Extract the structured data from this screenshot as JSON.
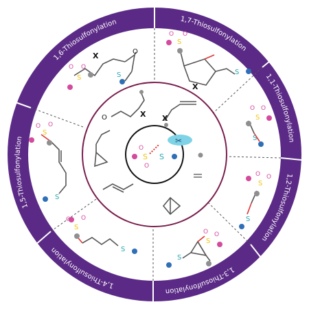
{
  "colors": {
    "ring": "#5b2a86",
    "ring_text": "#ffffff",
    "sulfur_yellow": "#f0c419",
    "sulfur_teal": "#2aa6b1",
    "oxygen": "#d44a9d",
    "carbon_gray": "#8f8f8f",
    "atom_blue": "#2f6fb7",
    "bond_red": "#d33",
    "inner_circle": "#7a1f4d",
    "scissors_bg": "#7fd3e6"
  },
  "outer_ring": {
    "labels": [
      "1,7-Thiosulfonylation",
      "1,1-Thiosulfonylation",
      "1,2-Thiosulfonylation",
      "1,3-Thiosulfonylation",
      "1,4-Thiosulfonylation",
      "1,5-Thiosulfonylation",
      "1,6-Thiosulfonylation"
    ]
  },
  "atoms": {
    "S": "S",
    "O": "O",
    "X": "X"
  }
}
